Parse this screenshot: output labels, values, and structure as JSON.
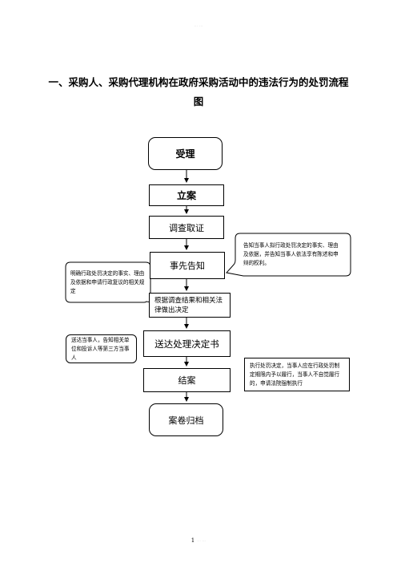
{
  "header_mark": "··· ···",
  "title_line1": "一、采购人、采购代理机构在政府采购活动中的违法行为的处罚流程",
  "title_line2": "图",
  "steps": {
    "accept": "受理",
    "file_case": "立案",
    "investigate": "调查取证",
    "prior_notice": "事先告知",
    "decide": "根据调查结果和相关法律做出决定",
    "deliver": "送达处理决定书",
    "conclude": "结案",
    "archive": "案卷归档"
  },
  "callouts": {
    "notify_party": "告知当事人拟行政处罚决定的事实、理由及依据，并告知当事人依法享有陈述和申辩的权利。",
    "clarify_basis": "明确行政处罚决定的事实、理由及依据和申请行政复议的相关规定",
    "deliver_parties": "送达当事人，告知相关单位和投诉人等第三方当事人",
    "execute_penalty": "执行处罚决定，当事人应在行政处罚制定期限内予以履行，当事人不自觉履行的，申请法院强制执行"
  },
  "page_number": "1",
  "page_number_suffix": "··· ···"
}
